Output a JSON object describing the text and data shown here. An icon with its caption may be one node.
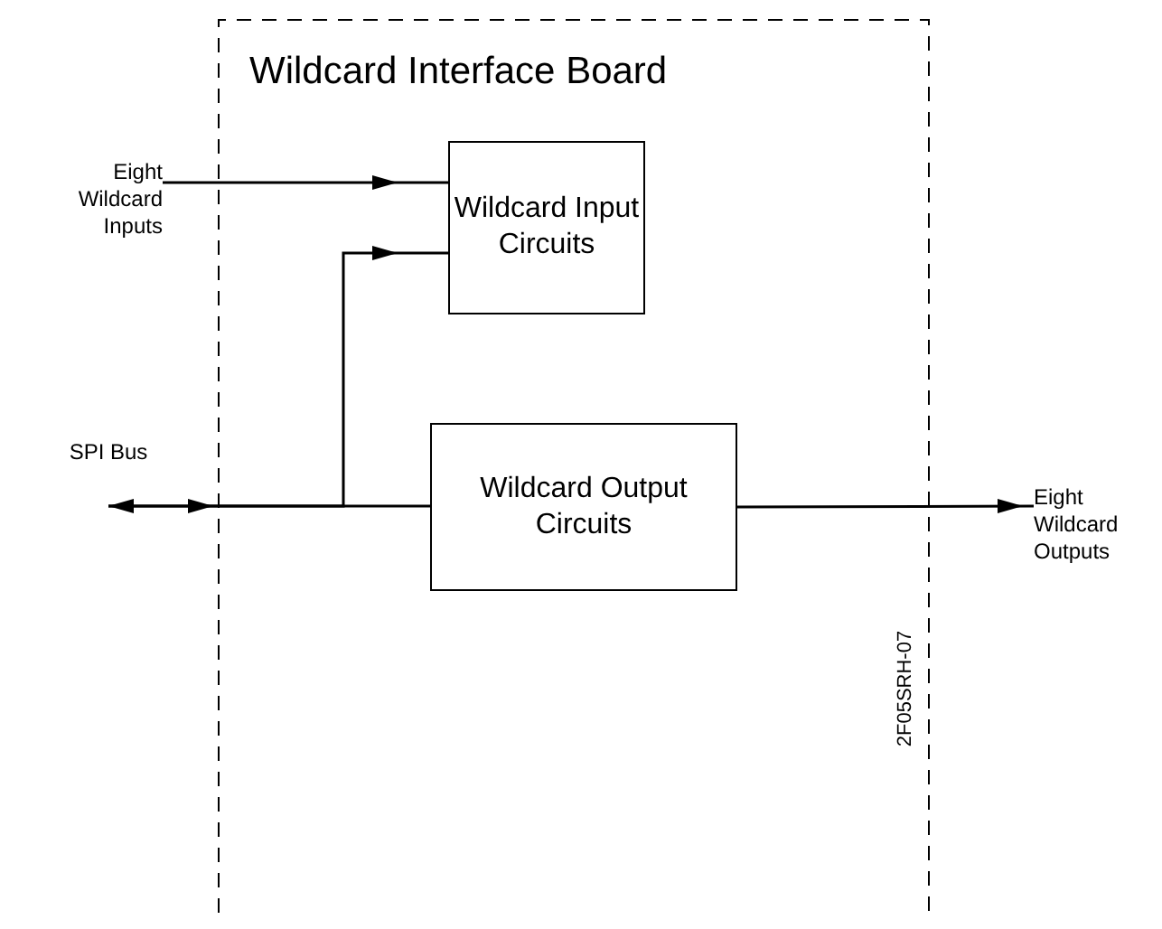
{
  "diagram": {
    "nodes": [
      {
        "text": [
          "Wildcard Interface Board"
        ]
      },
      {
        "text": [
          "Eight Wildcard Inputs"
        ]
      },
      {
        "text": [
          "Wildcard Input Circuits"
        ],
        "in": 0
      },
      {
        "text": [
          "SPI Bus"
        ]
      },
      {
        "text": [
          "Wildcard Output Circuits"
        ],
        "in": 0
      },
      {
        "text": [
          "Eight Wildcard Outputs"
        ]
      }
    ],
    "edges": [
      {
        "from": 1,
        "to": 2,
        "arrow": "to"
      },
      {
        "from": 3,
        "to": 4,
        "arrow": "both"
      },
      {
        "from": 3,
        "to": 2,
        "arrow": "to"
      },
      {
        "from": 4,
        "to": 5,
        "arrow": "to"
      }
    ],
    "labels": [
      "2F05SRH-07"
    ]
  }
}
